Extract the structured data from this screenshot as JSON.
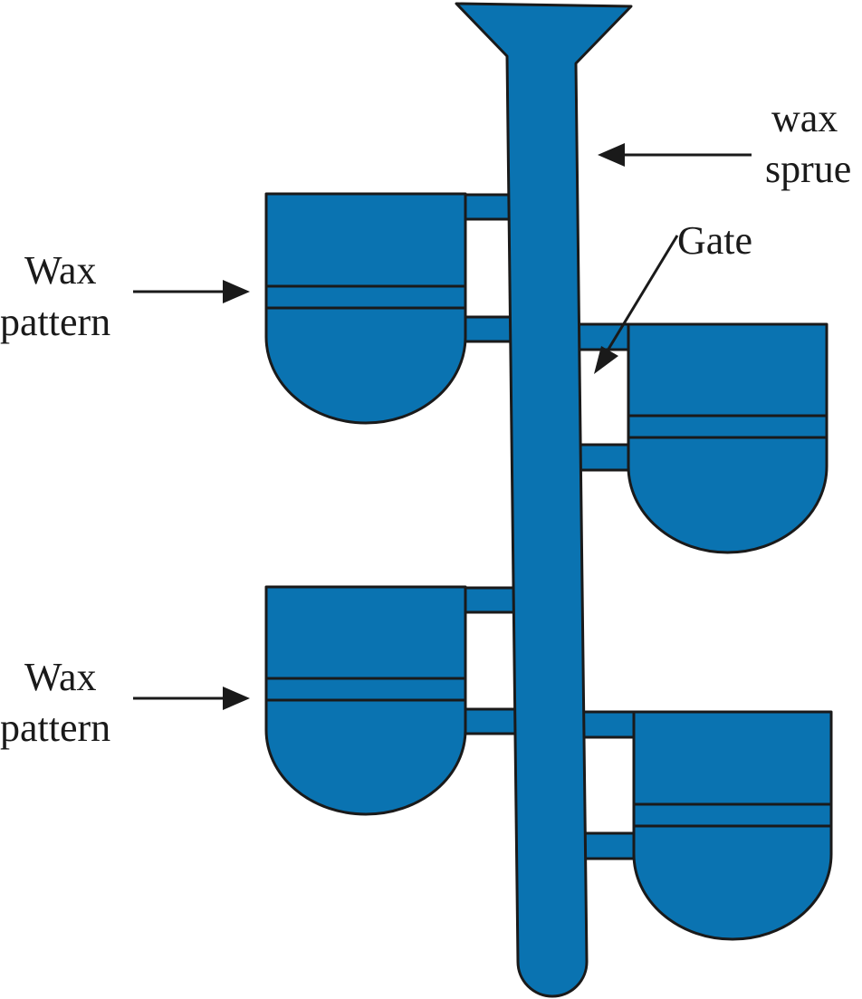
{
  "diagram": {
    "fill_color": "#0a73b1",
    "outline_color": "#1a1a1a",
    "labels": {
      "wax_sprue_line1": "wax",
      "wax_sprue_line2": "sprue",
      "gate": "Gate",
      "wax_pattern_top_line1": "Wax",
      "wax_pattern_top_line2": "pattern",
      "wax_pattern_bottom_line1": "Wax",
      "wax_pattern_bottom_line2": "pattern"
    }
  }
}
